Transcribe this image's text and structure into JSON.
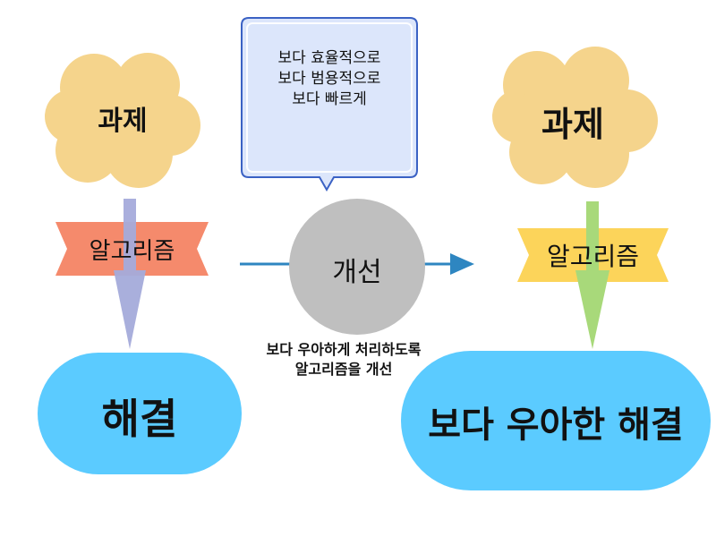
{
  "left": {
    "task": "과제",
    "algorithm": "알고리즘",
    "solution": "해결"
  },
  "callout": {
    "line1": "보다 효율적으로",
    "line2": "보다 범용적으로",
    "line3": "보다 빠르게"
  },
  "center": {
    "label": "개선",
    "caption_line1": "보다 우아하게 처리하도록",
    "caption_line2": "알고리즘을 개선"
  },
  "right": {
    "task": "과제",
    "algorithm": "알고리즘",
    "solution": "보다 우아한 해결"
  },
  "colors": {
    "cloud": "#F5D48C",
    "left_banner": "#F58A6C",
    "right_banner": "#FCD45A",
    "left_arrow": "#A5ABDB",
    "right_arrow": "#A8D97A",
    "solution": "#5BCBFF",
    "callout_fill": "#DCE6FB",
    "callout_border": "#3B62C4",
    "improve_circle": "#BFBFBF",
    "flow_arrow": "#2E86C1"
  }
}
